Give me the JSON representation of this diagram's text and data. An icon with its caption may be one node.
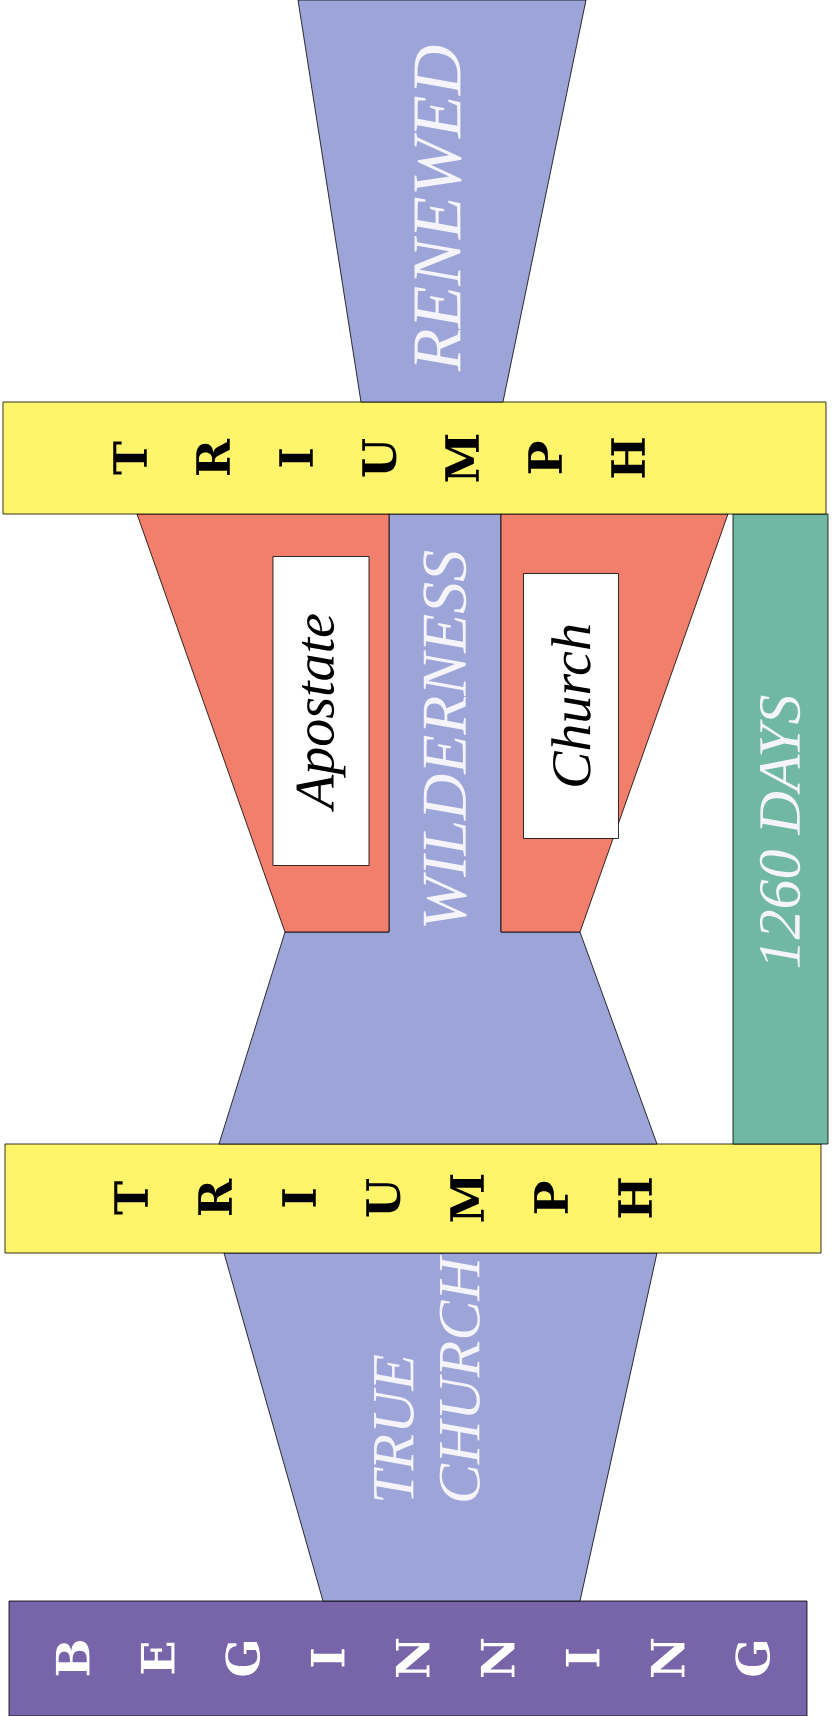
{
  "diagram": {
    "nodes": [
      {
        "text": [
          "BEGINNING"
        ]
      },
      {
        "text": [
          "TRUE CHURCH"
        ]
      },
      {
        "text": [
          "TRIUMPH"
        ]
      },
      {
        "text": [
          "WILDERNESS"
        ]
      },
      {
        "text": [],
        "shape": "trapezoid"
      },
      {
        "text": [
          "Apostate"
        ],
        "in": 4
      },
      {
        "text": [],
        "shape": "trapezoid"
      },
      {
        "text": [
          "Church"
        ],
        "in": 6
      },
      {
        "text": [
          "1260 DAYS"
        ]
      },
      {
        "text": [
          "TRIUMPH"
        ]
      },
      {
        "text": [
          "RENEWED"
        ]
      }
    ]
  }
}
